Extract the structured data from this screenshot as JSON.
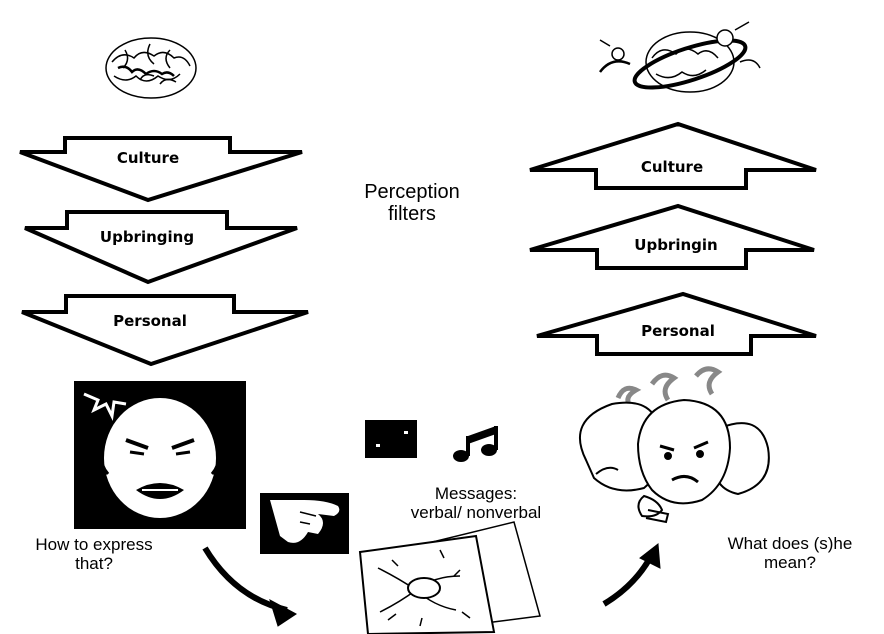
{
  "center": {
    "title_line1": "Perception",
    "title_line2": "filters"
  },
  "sender": {
    "filters": [
      "Culture",
      "Upbringing",
      "Personal"
    ],
    "caption_line1": "How to express",
    "caption_line2": "that?"
  },
  "messages": {
    "line1": "Messages:",
    "line2": "verbal/ nonverbal"
  },
  "receiver": {
    "filters": [
      "Culture",
      "Upbringin",
      "Personal"
    ],
    "caption_line1": "What does (s)he",
    "caption_line2": "mean?"
  },
  "icons": [
    "brain-icon",
    "confused-brain-icon",
    "angry-face-icon",
    "music-note-icon",
    "pointing-hand-icon",
    "map-letter-icon",
    "confused-faces-icon"
  ]
}
